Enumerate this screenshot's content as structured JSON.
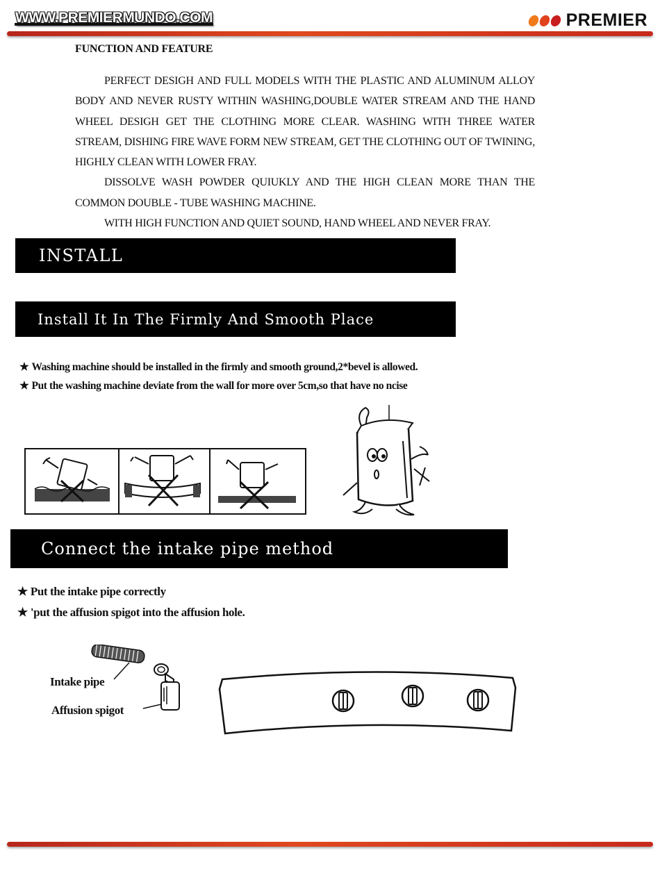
{
  "header": {
    "site_url": "WWW.PREMIERMUNDO.COM",
    "brand_name": "PREMIER",
    "brand_dot_colors": [
      "#f07a1a",
      "#e0421e",
      "#c81e1e"
    ],
    "rule_color": "#d23a1e"
  },
  "feature": {
    "title": "FUNCTION AND FEATURE",
    "paragraphs": [
      "PERFECT DESIGH AND FULL MODELS WITH THE PLASTIC AND ALUMINUM ALLOY BODY AND NEVER RUSTY WITHIN WASHING,DOUBLE WATER STREAM AND THE HAND WHEEL DESIGH GET THE CLOTHING MORE CLEAR. WASHING WITH THREE WATER STREAM, DISHING FIRE WAVE FORM NEW STREAM, GET THE CLOTHING OUT OF TWINING, HIGHLY CLEAN WITH LOWER FRAY.",
      "DISSOLVE WASH POWDER QUIUKLY AND THE HIGH CLEAN MORE THAN THE COMMON DOUBLE - TUBE WASHING MACHINE.",
      "WITH HIGH FUNCTION AND QUIET SOUND, HAND WHEEL AND NEVER FRAY."
    ]
  },
  "install": {
    "banner": "INSTALL",
    "place_banner": "Install It In The Firmly And Smooth Place",
    "bullet_star": "★",
    "bullets": [
      "Washing machine should be installed in the firmly and smooth ground,2*bevel is allowed.",
      "Put the washing machine deviate from the wall for more over 5cm,so that have no ncise"
    ]
  },
  "pipe": {
    "banner": "Connect the intake pipe method",
    "bullets": [
      "Put the intake pipe correctly",
      "'put the affusion spigot into the affusion hole."
    ],
    "labels": {
      "intake_pipe": "Intake pipe",
      "affusion_spigot": "Affusion spigot"
    }
  }
}
